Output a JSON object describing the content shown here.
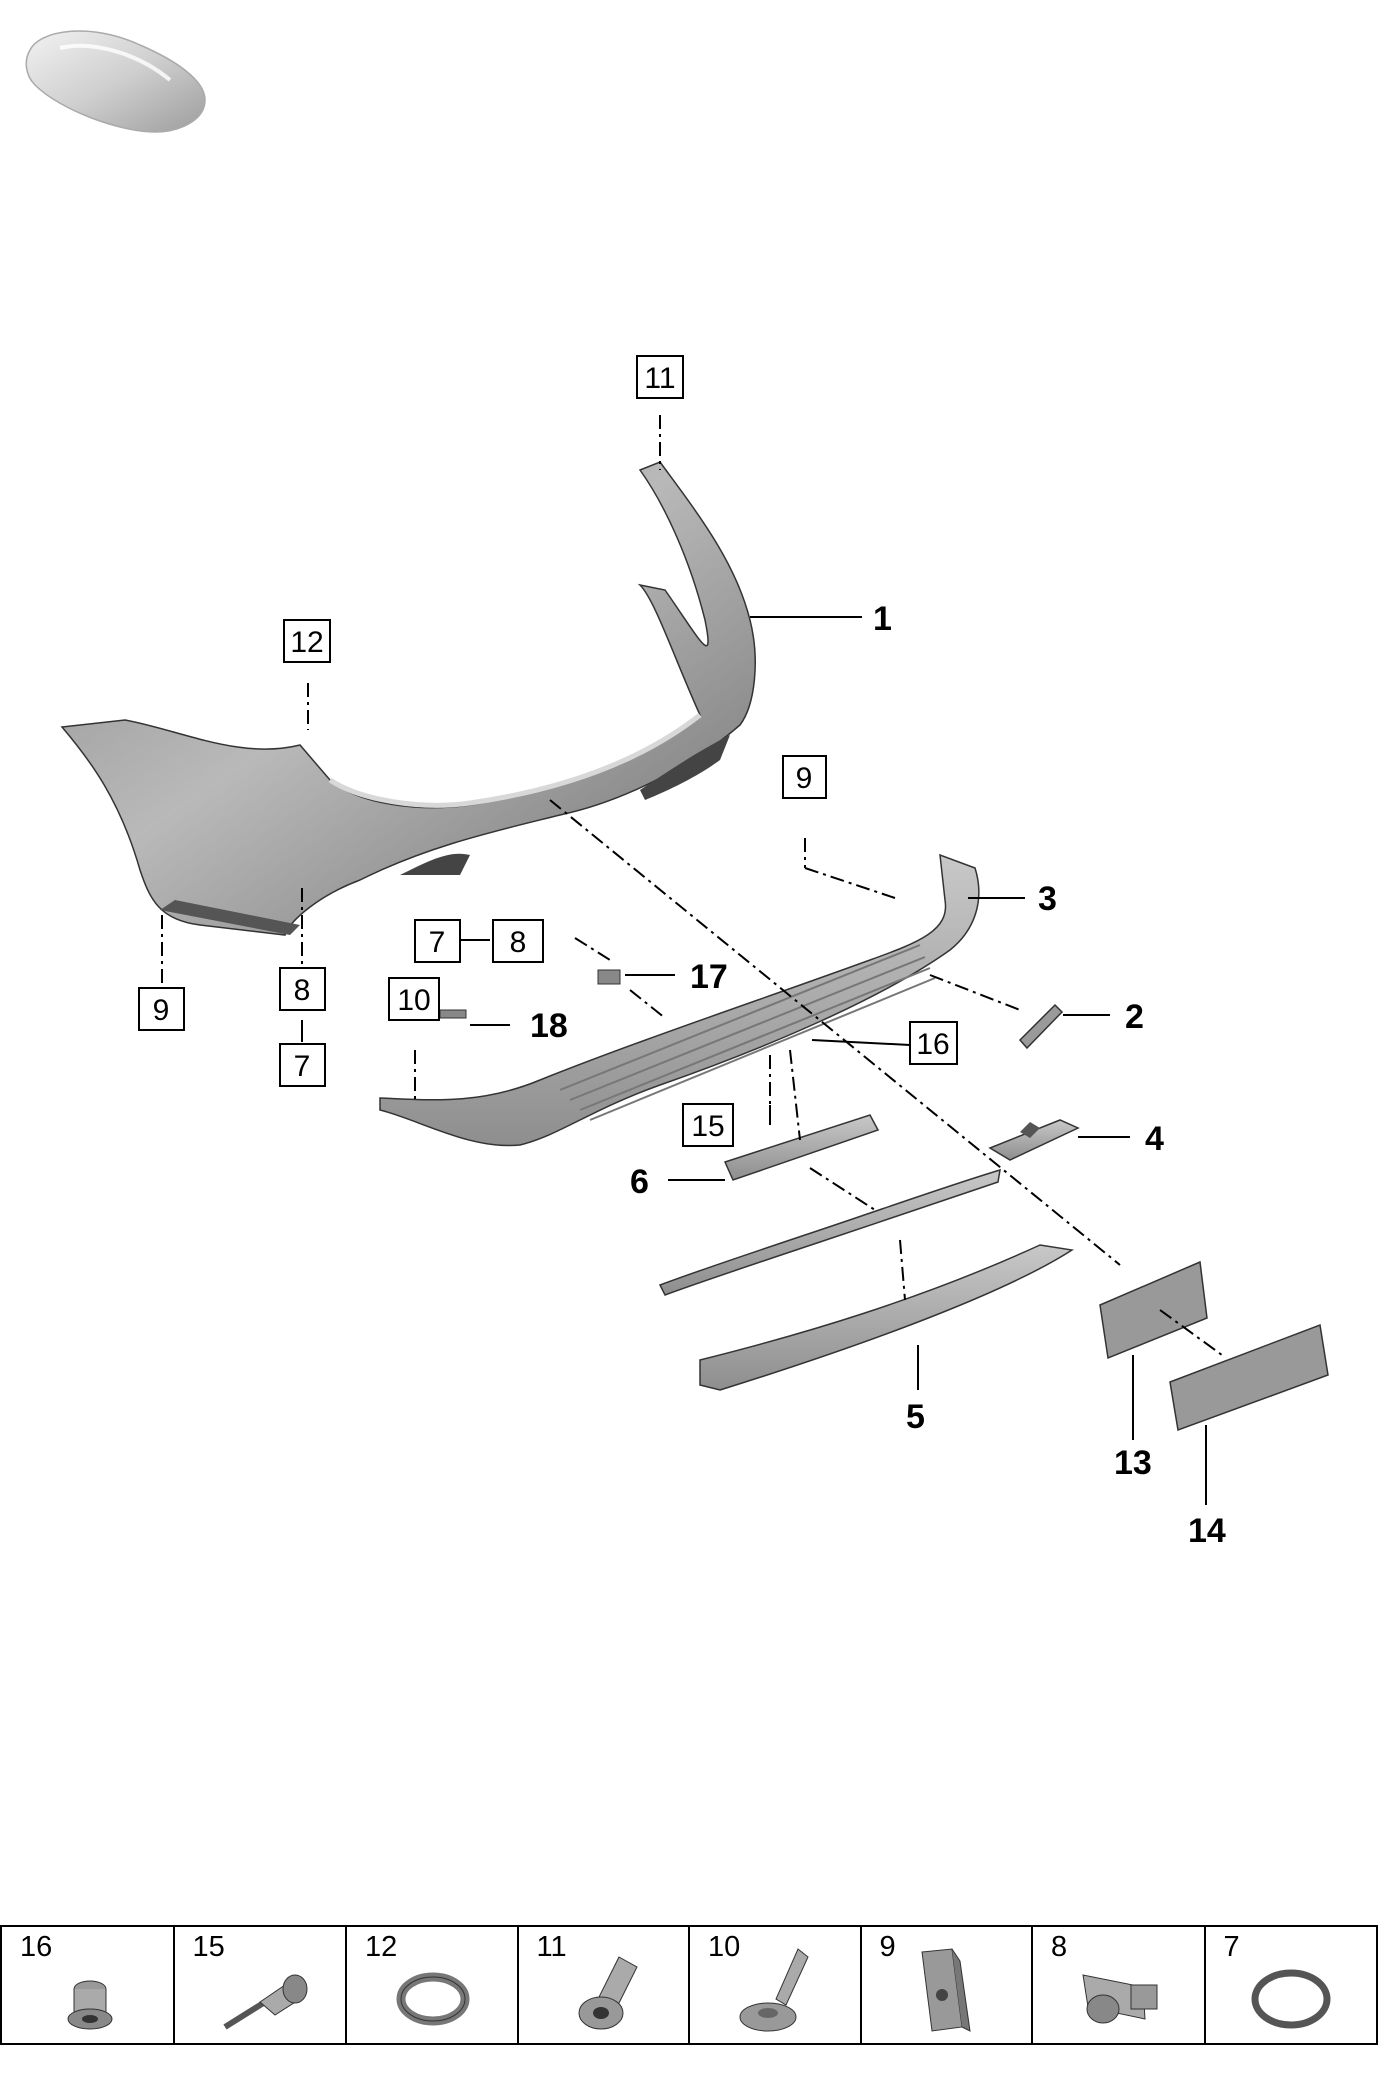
{
  "callouts_bold": {
    "c1": "1",
    "c2": "2",
    "c3": "3",
    "c4": "4",
    "c5": "5",
    "c6": "6",
    "c13": "13",
    "c14": "14",
    "c17": "17",
    "c18": "18"
  },
  "callouts_boxed": {
    "b11": "11",
    "b12": "12",
    "b9a": "9",
    "b9b": "9",
    "b8a": "8",
    "b7a": "7",
    "b8b": "8",
    "b7b": "7",
    "b10": "10",
    "b16": "16",
    "b15": "15"
  },
  "legend": [
    {
      "num": "16",
      "icon": "rivet-nut-icon"
    },
    {
      "num": "15",
      "icon": "blind-rivet-icon"
    },
    {
      "num": "12",
      "icon": "retaining-ring-icon"
    },
    {
      "num": "11",
      "icon": "screw-icon"
    },
    {
      "num": "10",
      "icon": "expanding-rivet-icon"
    },
    {
      "num": "9",
      "icon": "clip-nut-icon"
    },
    {
      "num": "8",
      "icon": "parking-sensor-icon"
    },
    {
      "num": "7",
      "icon": "sealing-ring-icon"
    }
  ]
}
